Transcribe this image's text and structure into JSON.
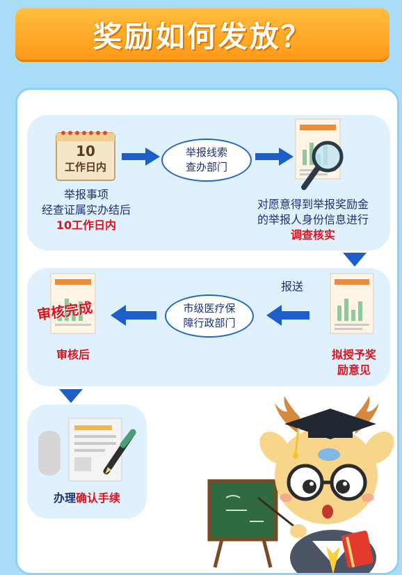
{
  "header": {
    "title": "奖励如何发放？"
  },
  "steps": {
    "step1": {
      "calendar_number": "10",
      "calendar_text": "工作日内",
      "line1": "举报事项",
      "line2": "经查证属实办结后",
      "line3_red": "10工作日内"
    },
    "oval1": {
      "line1": "举报线索",
      "line2": "查办部门"
    },
    "step2": {
      "line1": "对愿意得到举报奖励金",
      "line2": "的举报人身份信息进行",
      "line3_red": "调查核实"
    },
    "step3": {
      "label_red_line1": "拟授予奖",
      "label_red_line2": "励意见",
      "arrow_label": "报送"
    },
    "oval2": {
      "line1": "市级医疗保",
      "line2": "障行政部门"
    },
    "step4": {
      "stamp": "审核完成",
      "label_red": "审核后"
    },
    "step5": {
      "label_part1": "办理",
      "label_part2_red": "确认手续"
    }
  },
  "colors": {
    "title_orange": "#ff9a18",
    "arrow_blue": "#1e5ec8",
    "panel_bg": "#dff1fc",
    "text_navy": "#1b2f7a",
    "accent_red": "#e3101d"
  }
}
